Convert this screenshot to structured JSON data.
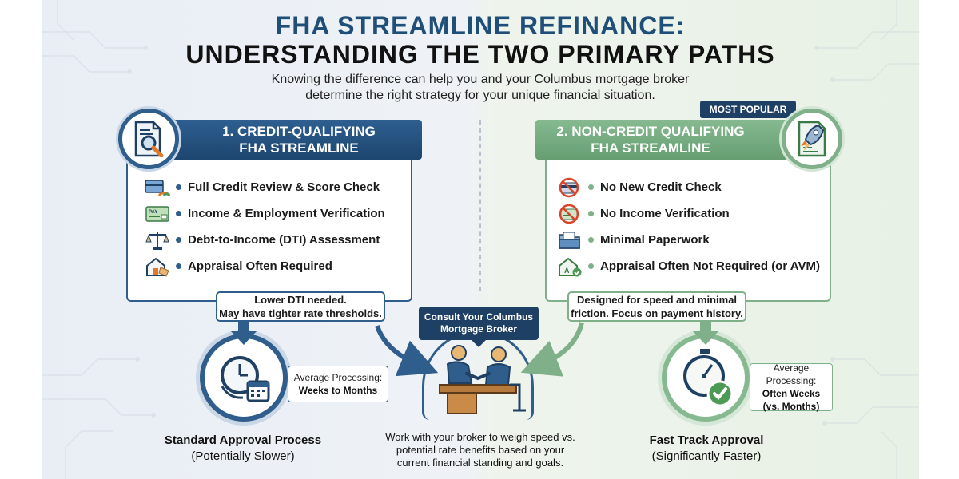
{
  "header": {
    "title_line1": "FHA STREAMLINE REFINANCE:",
    "title_line2": "UNDERSTANDING THE TWO PRIMARY PATHS",
    "subtitle_line1": "Knowing the difference can help you and your Columbus mortgage broker",
    "subtitle_line2": "determine the right strategy for your unique financial situation."
  },
  "left_path": {
    "title_line1": "1. CREDIT-QUALIFYING",
    "title_line2": "FHA STREAMLINE",
    "header_icon": "magnifier-document-icon",
    "features": [
      {
        "label": "Full Credit Review & Score Check",
        "icon": "credit-card-gauge-icon"
      },
      {
        "label": "Income & Employment Verification",
        "icon": "paycheck-icon"
      },
      {
        "label": "Debt-to-Income (DTI) Assessment",
        "icon": "scales-icon"
      },
      {
        "label": "Appraisal Often Required",
        "icon": "house-tag-icon"
      }
    ],
    "note_line1": "Lower DTI needed.",
    "note_line2": "May have tighter rate thresholds.",
    "processing_label": "Average Processing:",
    "processing_value": "Weeks to Months",
    "outcome_title": "Standard Approval Process",
    "outcome_sub": "(Potentially Slower)",
    "accent": "#2f5d8c"
  },
  "right_path": {
    "badge": "MOST POPULAR",
    "title_line1": "2. NON-CREDIT QUALIFYING",
    "title_line2": "FHA STREAMLINE",
    "header_icon": "rocket-document-icon",
    "features": [
      {
        "label": "No New Credit Check",
        "icon": "no-credit-card-icon"
      },
      {
        "label": "No Income Verification",
        "icon": "no-paycheck-icon"
      },
      {
        "label": "Minimal Paperwork",
        "icon": "folder-icon"
      },
      {
        "label": "Appraisal Often Not Required (or AVM)",
        "icon": "house-check-icon"
      }
    ],
    "note_line1": "Designed for speed and minimal",
    "note_line2": "friction. Focus on payment history.",
    "processing_label": "Average Processing:",
    "processing_value_line1": "Often Weeks",
    "processing_value_line2": "(vs. Months)",
    "outcome_title": "Fast Track Approval",
    "outcome_sub": "(Significantly Faster)",
    "accent": "#7fb08a"
  },
  "broker": {
    "bubble_line1": "Consult Your Columbus",
    "bubble_line2": "Mortgage Broker",
    "text_line1": "Work with your broker to weigh speed vs.",
    "text_line2": "potential rate benefits based on your",
    "text_line3": "current financial standing and goals."
  }
}
